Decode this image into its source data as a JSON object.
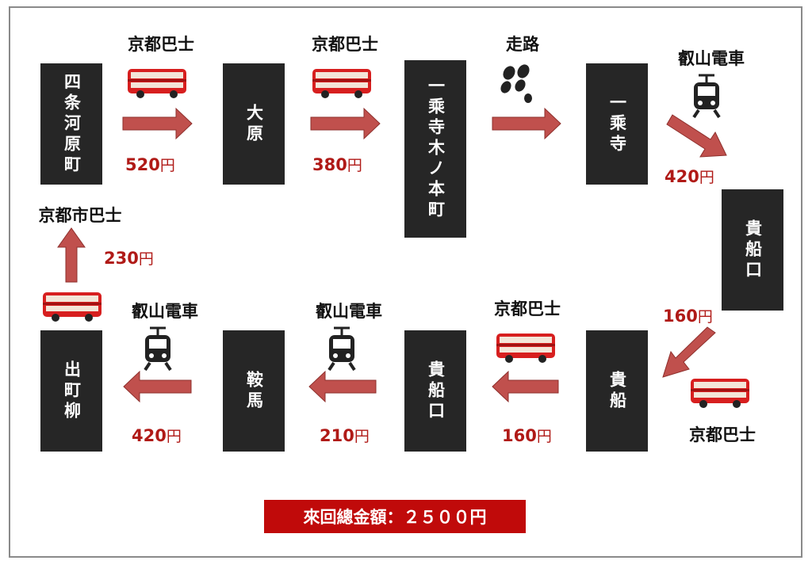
{
  "stations": {
    "shijo": "四条河原町",
    "ohara": "大原",
    "ichijoji_kinomoto": "一乘寺木ノ本町",
    "ichijoji": "一乘寺",
    "kibuneguchi_1": "貴船口",
    "kibune": "貴船",
    "kibuneguchi_2": "貴船口",
    "kurama": "鞍馬",
    "demachiyanagi": "出町柳"
  },
  "modes": {
    "m1": "京都巴士",
    "m2": "京都巴士",
    "m3": "走路",
    "m4": "叡山電車",
    "m5": "京都巴士",
    "m6": "京都巴士",
    "m7": "叡山電車",
    "m8": "叡山電車",
    "m9": "京都市巴士"
  },
  "prices": {
    "p1": "520",
    "p2": "380",
    "p4": "420",
    "p5": "160",
    "p6": "160",
    "p7": "210",
    "p8": "420",
    "p9": "230",
    "unit": "円"
  },
  "icons": {
    "bus": "double-decker-bus-icon",
    "walk": "footprints-icon",
    "train": "tram-icon"
  },
  "colors": {
    "station": "#262626",
    "arrow": "#c0504d",
    "price": "#b01a17",
    "total": "#c00a0a"
  },
  "total": "來回總金額：２５００円"
}
